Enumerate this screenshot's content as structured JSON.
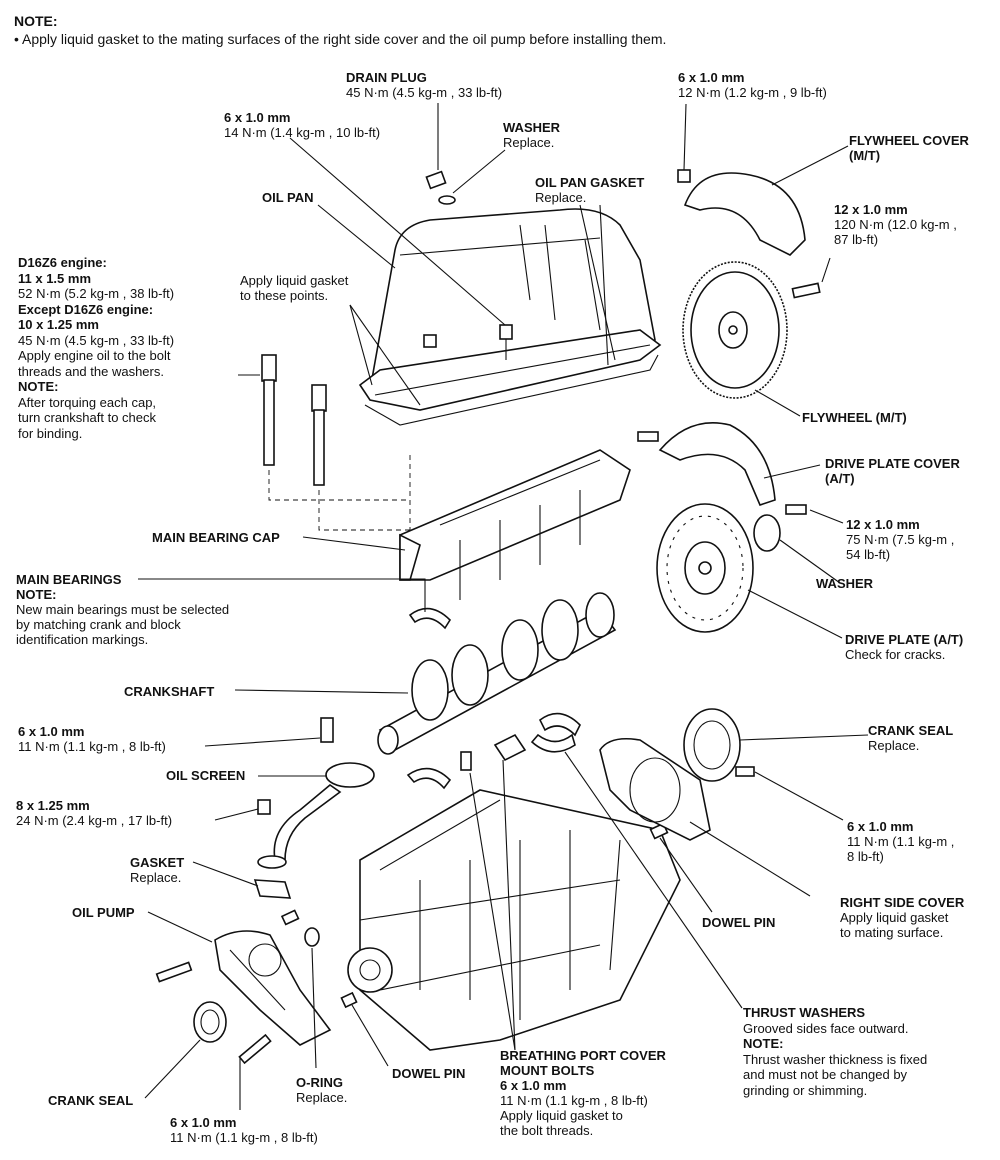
{
  "note": {
    "title": "NOTE:",
    "text": "• Apply liquid gasket to the mating surfaces of the right side cover and the oil pump before installing them."
  },
  "labels": {
    "drain_plug": {
      "h": "DRAIN PLUG",
      "t": "45  N·m (4.5  kg-m , 33  lb-ft)"
    },
    "pan_bolt": {
      "h": "6 x 1.0 mm",
      "t": "14  N·m (1.4  kg-m , 10  lb-ft)"
    },
    "washer_top": {
      "h": "WASHER",
      "t": "Replace."
    },
    "oil_pan": {
      "h": "OIL PAN"
    },
    "oil_pan_gasket": {
      "h": "OIL PAN GASKET",
      "t": "Replace."
    },
    "flywheel_cover_bolt": {
      "h": "6 x 1.0 mm",
      "t": "12  N·m (1.2  kg-m , 9  lb-ft)"
    },
    "flywheel_cover": {
      "h1": "FLYWHEEL COVER",
      "h2": "(M/T)"
    },
    "flywheel_bolt": {
      "h": "12 x 1.0 mm",
      "t1": "120  N·m (12.0  kg-m ,",
      "t2": "87  lb-ft)"
    },
    "flywheel": {
      "h": "FLYWHEEL (M/T)"
    },
    "apply_gasket_points": {
      "t1": "Apply liquid gasket",
      "t2": "to these points."
    },
    "cap_bolt": {
      "l1": "D16Z6 engine:",
      "l2": "11 x 1.5 mm",
      "l3": "52 N·m (5.2  kg-m , 38  lb-ft)",
      "l4": "Except D16Z6 engine:",
      "l5": "10 x 1.25 mm",
      "l6": "45 N·m (4.5  kg-m , 33  lb-ft)",
      "l7": "Apply engine oil to the bolt",
      "l8": "threads and the washers.",
      "l9": "NOTE:",
      "l10": "After torquing each cap,",
      "l11": "turn crankshaft to check",
      "l12": "for binding."
    },
    "drive_plate_cover": {
      "h1": "DRIVE PLATE COVER",
      "h2": "(A/T)"
    },
    "main_bearing_cap": {
      "h": "MAIN BEARING CAP"
    },
    "drive_plate_bolt": {
      "h": "12 x 1.0 mm",
      "t1": "75  N·m (7.5  kg-m ,",
      "t2": "54  lb-ft)"
    },
    "washer_dp": {
      "h": "WASHER"
    },
    "main_bearings": {
      "h": "MAIN BEARINGS",
      "n": "NOTE:",
      "t1": "New main bearings must be selected",
      "t2": "by matching crank and block",
      "t3": "identification markings."
    },
    "drive_plate": {
      "h": "DRIVE PLATE (A/T)",
      "t": "Check for cracks."
    },
    "crankshaft": {
      "h": "CRANKSHAFT"
    },
    "screen_bolt": {
      "h": "6 x 1.0 mm",
      "t": "11 N·m (1.1  kg-m , 8  lb-ft)"
    },
    "crank_seal_right": {
      "h": "CRANK SEAL",
      "t": "Replace."
    },
    "oil_screen": {
      "h": "OIL SCREEN"
    },
    "screen_nut": {
      "h": "8 x 1.25 mm",
      "t": "24 N·m (2.4  kg-m , 17  lb-ft)"
    },
    "cover_bolt": {
      "h": "6 x 1.0 mm",
      "t1": "11  N·m (1.1  kg-m ,",
      "t2": "8  lb-ft)"
    },
    "gasket": {
      "h": "GASKET",
      "t": "Replace."
    },
    "right_side_cover": {
      "h": "RIGHT SIDE COVER",
      "t1": "Apply liquid gasket",
      "t2": "to mating surface."
    },
    "oil_pump": {
      "h": "OIL PUMP"
    },
    "dowel_pin_right": {
      "h": "DOWEL PIN"
    },
    "thrust_washers": {
      "h": "THRUST WASHERS",
      "t1": "Grooved sides face outward.",
      "n": "NOTE:",
      "t2": "Thrust washer thickness is fixed",
      "t3": "and must not be changed by",
      "t4": "grinding or shimming."
    },
    "breathing_port": {
      "h1": "BREATHING PORT COVER",
      "h2": "MOUNT BOLTS",
      "h3": "6 x 1.0 mm",
      "t1": "11  N·m (1.1  kg-m , 8  lb-ft)",
      "t2": "Apply liquid gasket to",
      "t3": "the bolt threads."
    },
    "crank_seal_left": {
      "h": "CRANK SEAL"
    },
    "o_ring": {
      "h": "O-RING",
      "t": "Replace."
    },
    "dowel_pin_bottom": {
      "h": "DOWEL PIN"
    },
    "pump_bolt": {
      "h": "6 x 1.0 mm",
      "t": "11 N·m (1.1  kg-m , 8  lb-ft)"
    }
  }
}
